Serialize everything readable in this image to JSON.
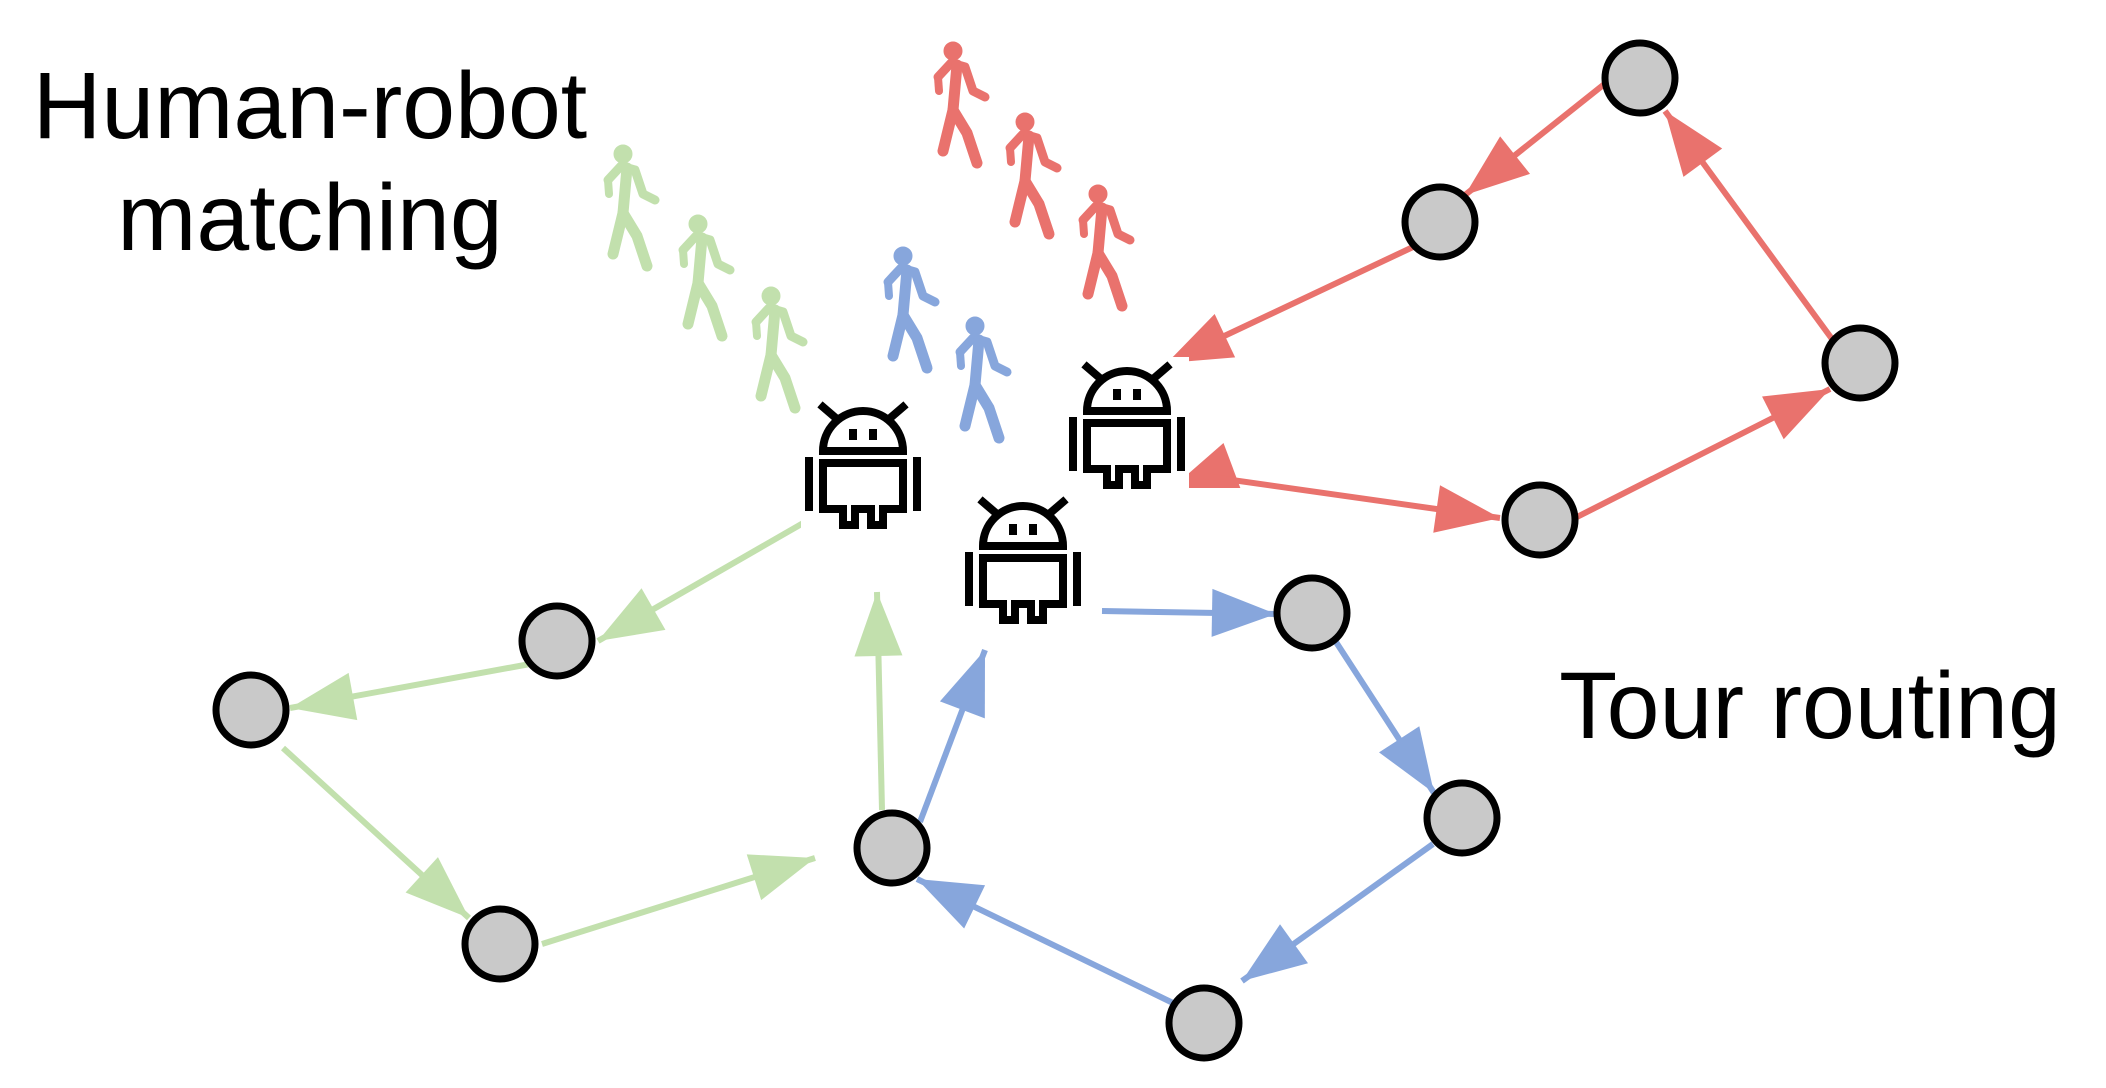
{
  "labels": {
    "matching_line1": "Human-robot",
    "matching_line2": "matching",
    "routing": "Tour routing"
  },
  "colors": {
    "green": "#c2e0ad",
    "blue": "#87a6dc",
    "red": "#e9726d",
    "node_fill": "#c9c9c9",
    "node_stroke": "#000000",
    "robot": "#000000"
  },
  "icons": {
    "robot": "android-robot-icon",
    "human": "walking-person-icon"
  },
  "groups": [
    {
      "name": "green",
      "humans": 3,
      "robots": 1,
      "tour_nodes": 4
    },
    {
      "name": "blue",
      "humans": 2,
      "robots": 1,
      "tour_nodes": 4
    },
    {
      "name": "red",
      "humans": 3,
      "robots": 1,
      "tour_nodes": 4
    }
  ]
}
